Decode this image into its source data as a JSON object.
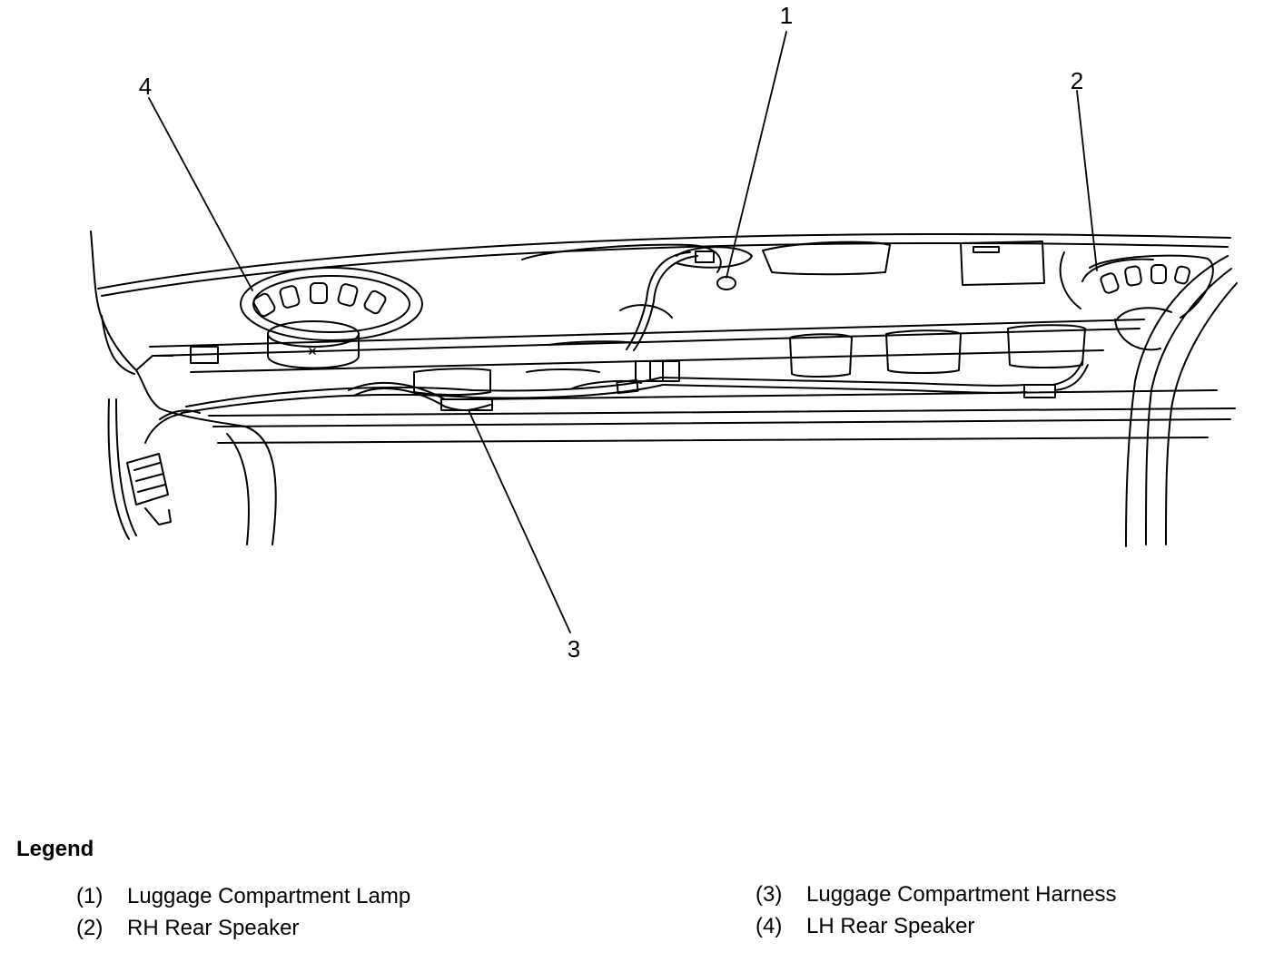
{
  "callouts": {
    "c1": "1",
    "c2": "2",
    "c3": "3",
    "c4": "4"
  },
  "legend": {
    "title": "Legend",
    "items": [
      {
        "number": "(1)",
        "label": "Luggage Compartment Lamp"
      },
      {
        "number": "(2)",
        "label": "RH Rear Speaker"
      },
      {
        "number": "(3)",
        "label": "Luggage Compartment Harness"
      },
      {
        "number": "(4)",
        "label": "LH Rear Speaker"
      }
    ]
  }
}
